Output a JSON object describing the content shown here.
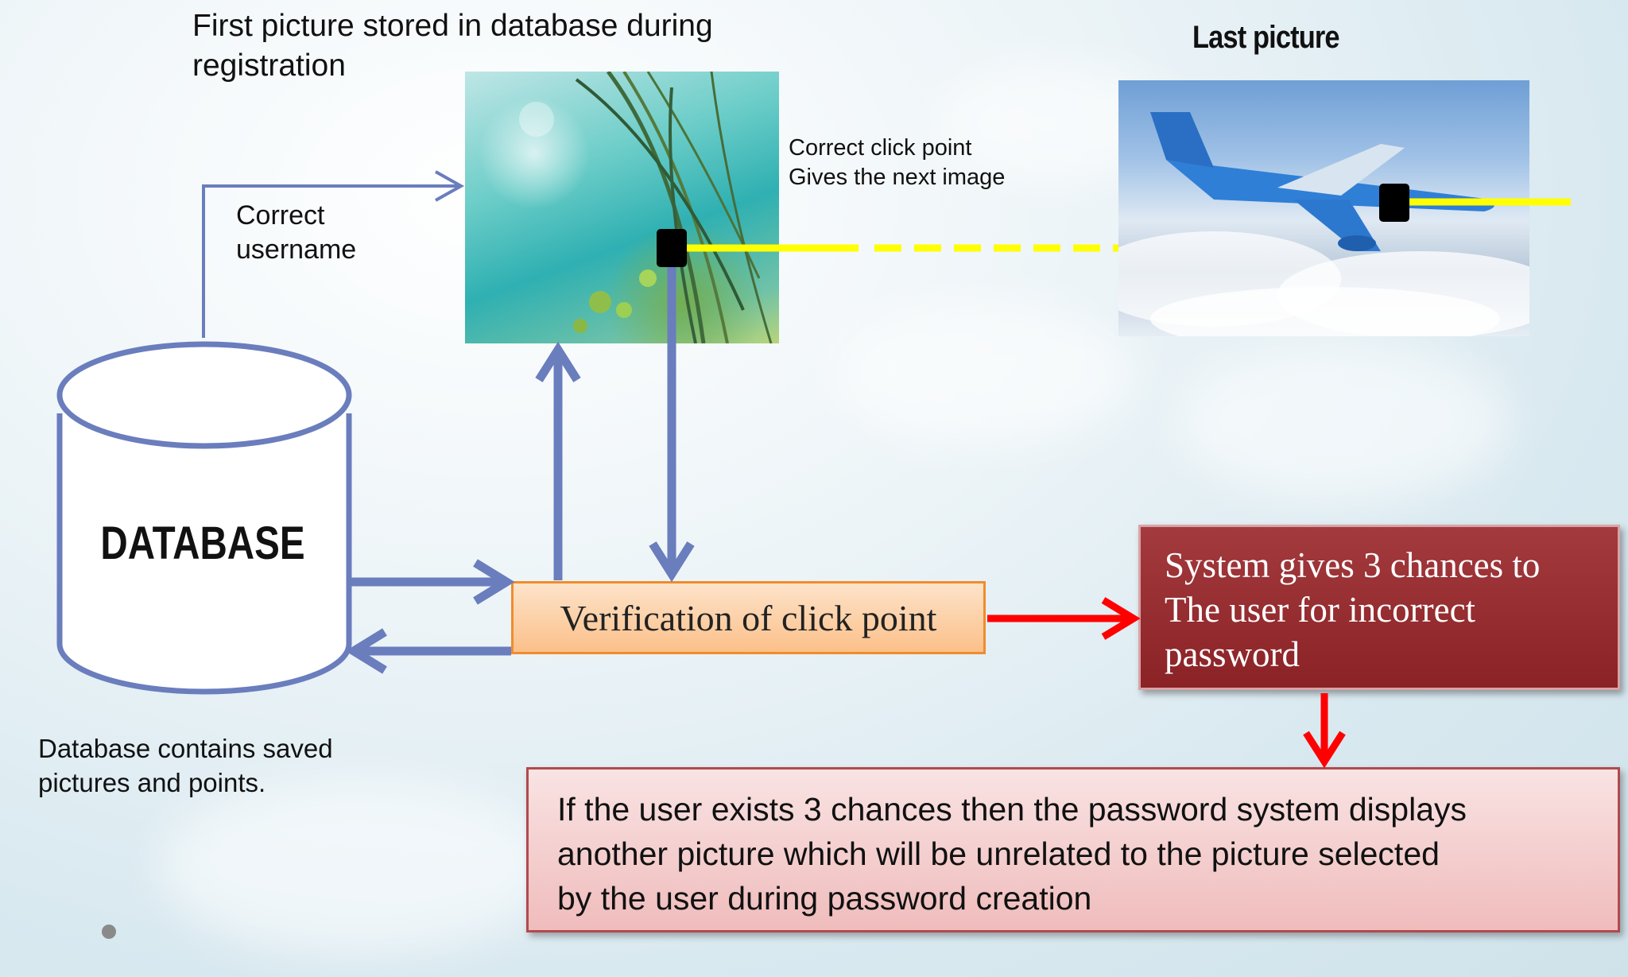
{
  "labels": {
    "first_picture": "First picture stored in database during registration",
    "last_picture": "Last picture",
    "correct_username": [
      "Correct",
      "username"
    ],
    "correct_click": [
      "Correct click point",
      "Gives the next image"
    ],
    "database": "DATABASE",
    "database_caption": [
      "Database contains saved",
      "pictures and points."
    ]
  },
  "boxes": {
    "verification": "Verification of click point",
    "chances": [
      "System gives 3 chances to",
      "The user for incorrect",
      "password"
    ],
    "unrelated": [
      "If the user exists 3 chances then the password system displays",
      "another picture which will be unrelated to the picture selected",
      "by the user during password creation"
    ]
  },
  "colors": {
    "flow_arrow": "#6a7dbd",
    "error_arrow": "#ff0000",
    "click_line": "#ffff00",
    "click_marker": "#000000",
    "verification_fill": "#fbc08a",
    "verification_border": "#f08c2c",
    "chances_fill": "#952b2f",
    "unrelated_fill": "#f5cfcf"
  }
}
